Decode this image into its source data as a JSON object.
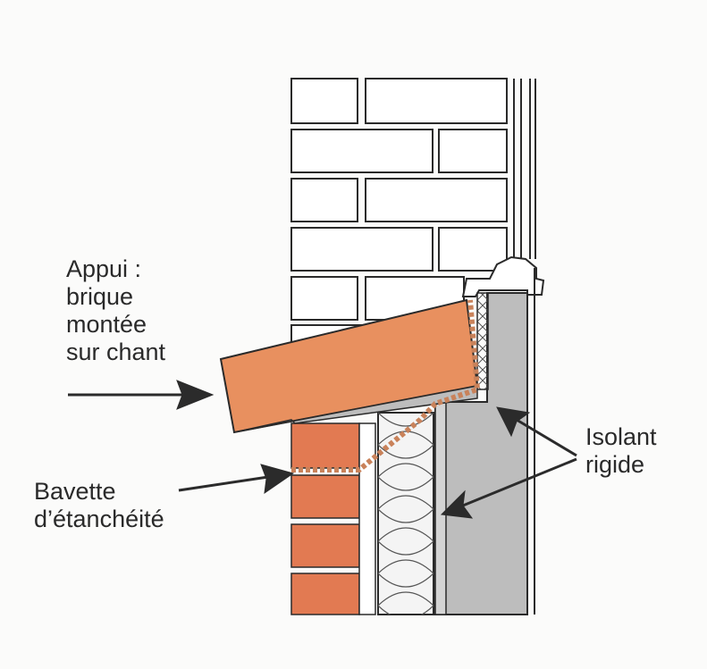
{
  "labels": {
    "appui": [
      "Appui :",
      "brique",
      "montée",
      "sur chant"
    ],
    "bavette": [
      "Bavette",
      "d’étanchéité"
    ],
    "isolant": [
      "Isolant",
      "rigide"
    ]
  },
  "colors": {
    "brick": "#e27a52",
    "brick_light": "#f0a179",
    "sill": "#e8905f",
    "grey_wall": "#bdbdbd",
    "cavity_grey": "#d4d4d4",
    "insulation_fill": "#f4f4f4",
    "membrane": "#f3c29f",
    "line": "#2a2a2a",
    "arrow": "#2b2b2b"
  },
  "icons": {
    "arrow": "arrow-icon"
  }
}
